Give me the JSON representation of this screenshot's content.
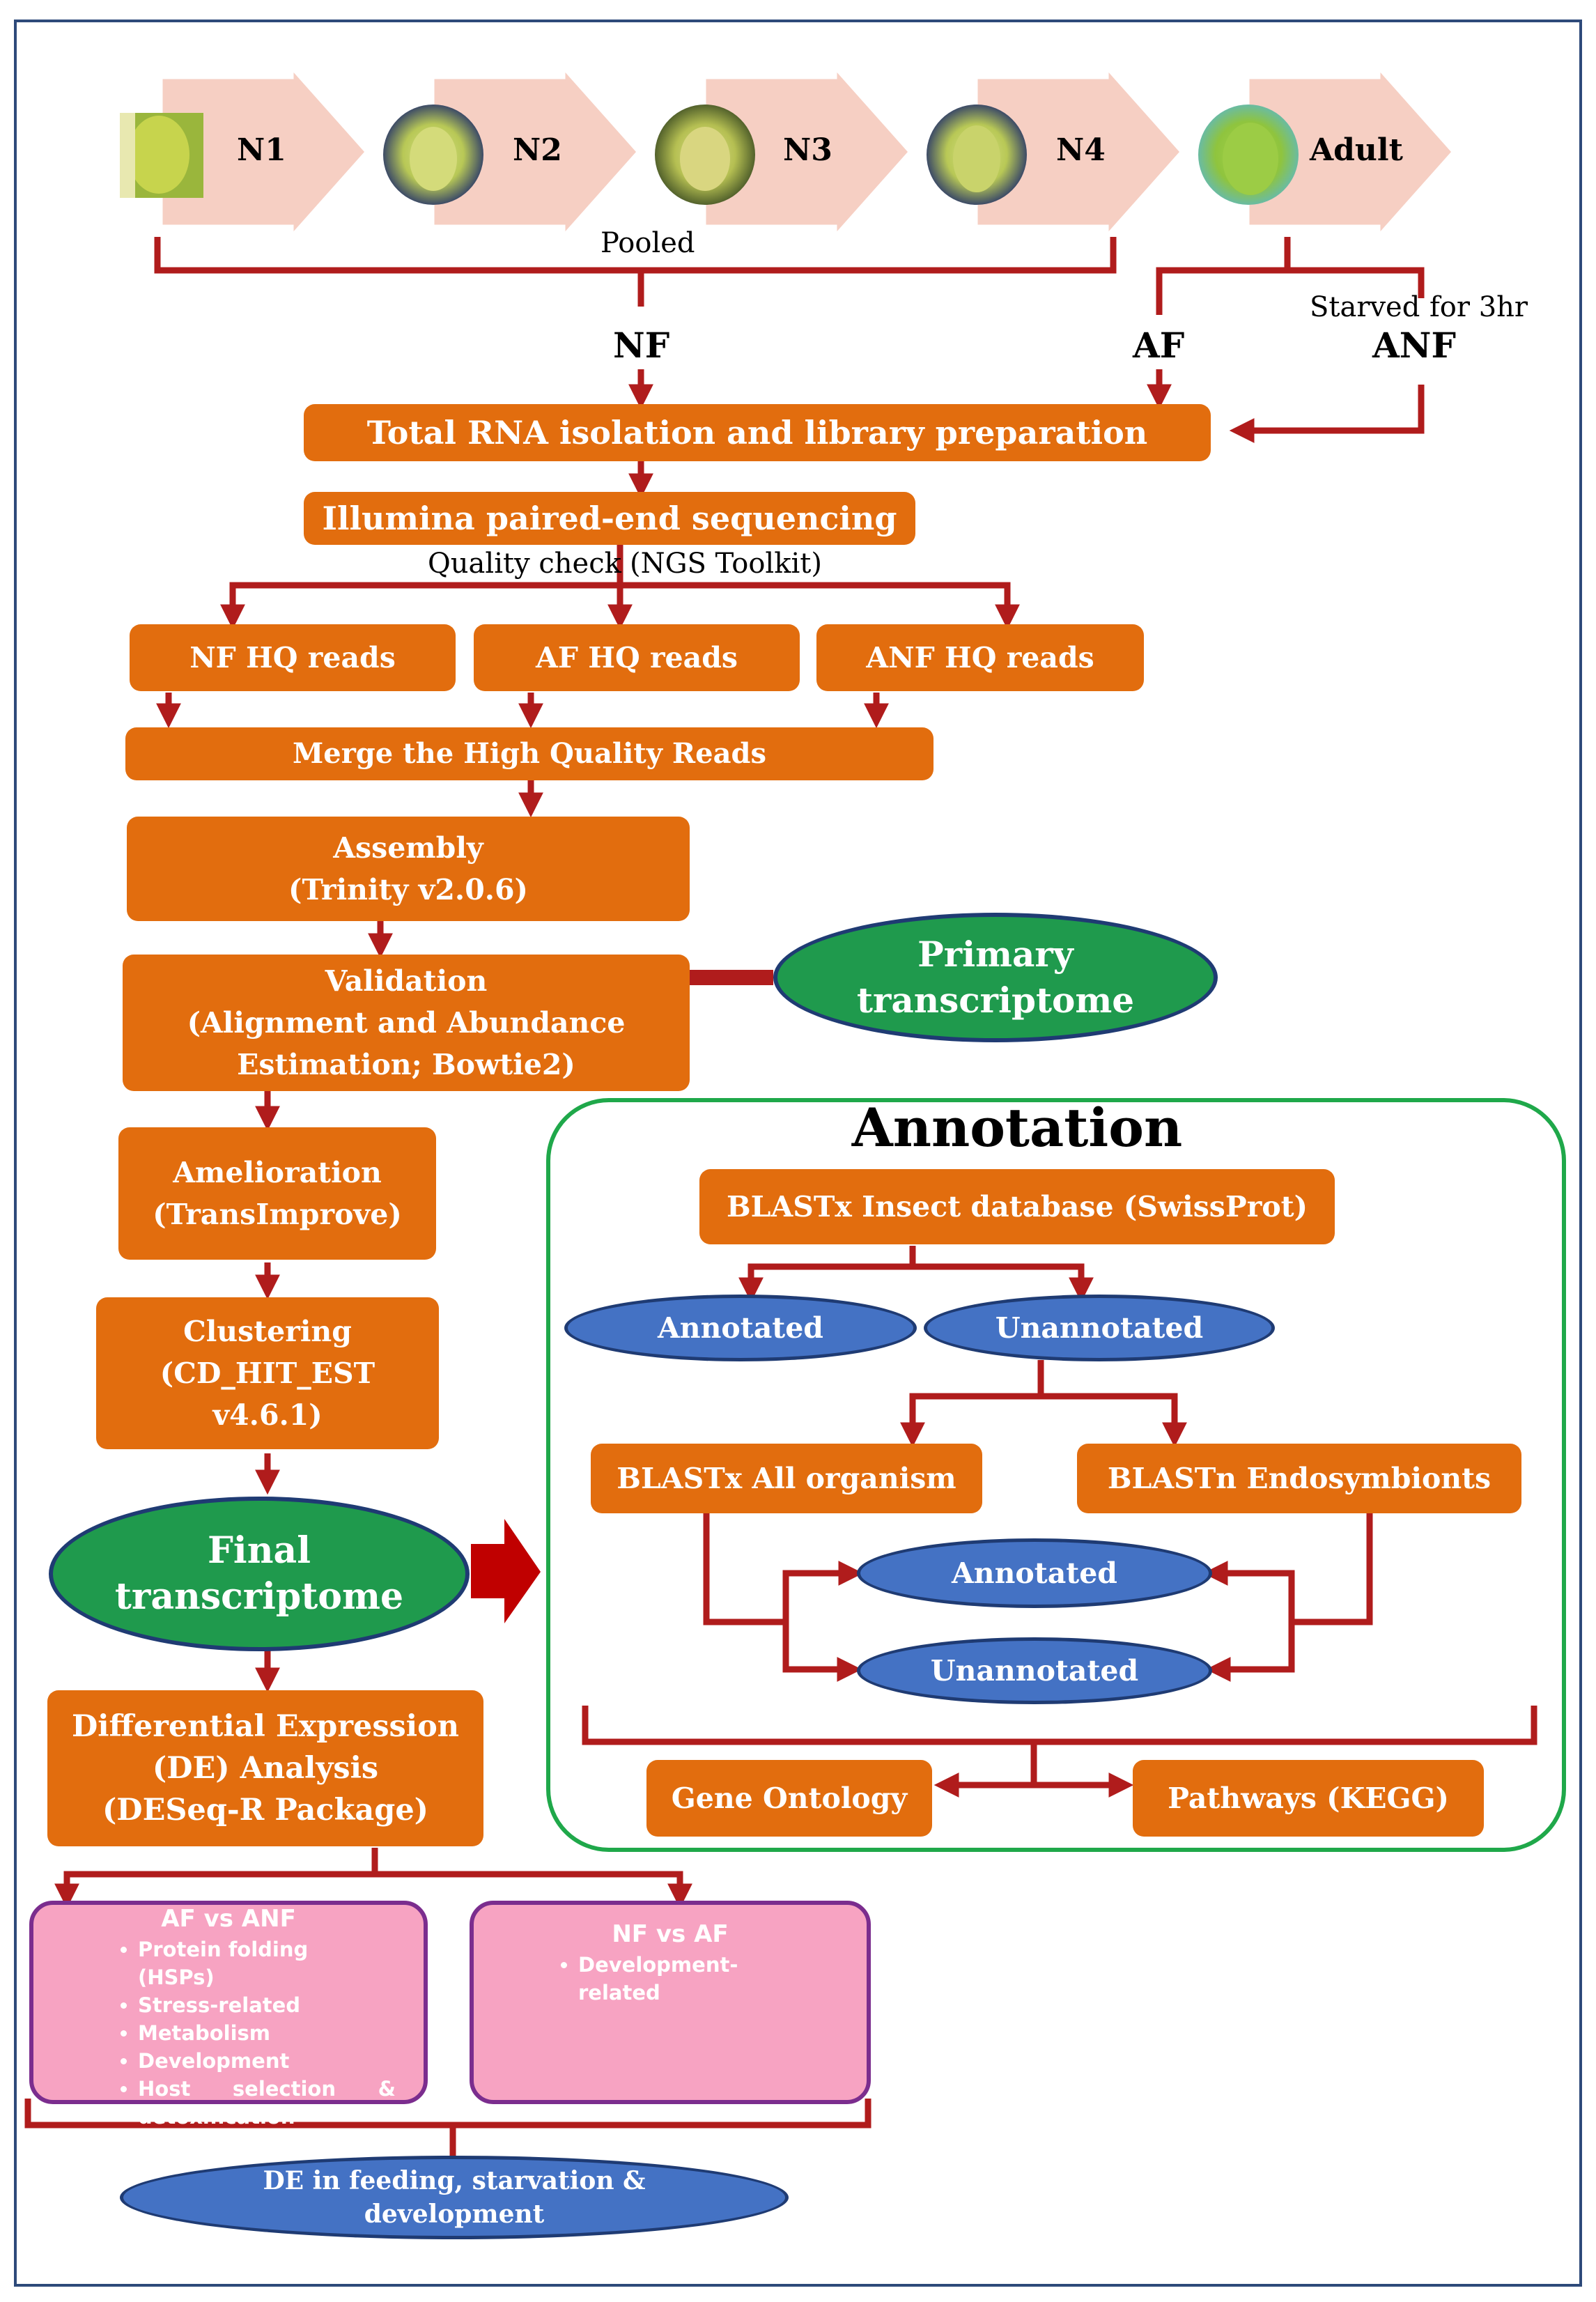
{
  "stages": [
    "N1",
    "N2",
    "N3",
    "N4",
    "Adult"
  ],
  "labels": {
    "pooled": "Pooled",
    "starved": "Starved",
    "for3hr": "for 3hr",
    "nf": "NF",
    "af": "AF",
    "anf": "ANF",
    "quality_check": "Quality check",
    "ngs_toolkit": "(NGS Toolkit)"
  },
  "steps": {
    "rna": "Total RNA isolation and library preparation",
    "illumina": "Illumina paired-end sequencing",
    "nf_hq": "NF HQ reads",
    "af_hq": "AF HQ reads",
    "anf_hq": "ANF HQ reads",
    "merge": "Merge the High Quality Reads",
    "assembly": "Assembly\n(Trinity  v2.0.6)",
    "validation": "Validation\n(Alignment  and Abundance\nEstimation;  Bowtie2)",
    "amelioration": "Amelioration\n(TransImprove)",
    "clustering": "Clustering\n(CD_HIT_EST\nv4.6.1)",
    "de_analysis": "Differential Expression\n(DE) Analysis\n(DESeq-R Package)"
  },
  "ellipses": {
    "primary": "Primary\ntranscriptome",
    "final": "Final\ntranscriptome",
    "annotated_1": "Annotated",
    "unannotated_1": "Unannotated",
    "annotated_2": "Annotated",
    "unannotated_2": "Unannotated",
    "de_summary": "DE  in feeding, starvation  &\ndevelopment"
  },
  "annotation": {
    "title": "Annotation",
    "blastx_insect": "BLASTx Insect database (SwissProt)",
    "blastx_all": "BLASTx All organism",
    "blastn_endo": "BLASTn Endosymbionts",
    "gene_ontology": "Gene Ontology",
    "pathways": "Pathways (KEGG)"
  },
  "comparisons": {
    "af_vs_anf": {
      "title": "AF vs ANF",
      "items": [
        "Protein folding (HSPs)",
        "Stress-related",
        "Metabolism",
        "Development",
        "Host      selection      &",
        "detoxification"
      ]
    },
    "nf_vs_af": {
      "title": "NF vs AF",
      "items": [
        "Development- related"
      ]
    }
  },
  "colors": {
    "orange": "#e26d0e",
    "arrow_red": "#b01c1c",
    "green": "#1f9a4d",
    "blue": "#4472c4",
    "pink": "#f7a3c2",
    "purple_border": "#7b2d8e",
    "annotation_border": "#1fa84a"
  }
}
